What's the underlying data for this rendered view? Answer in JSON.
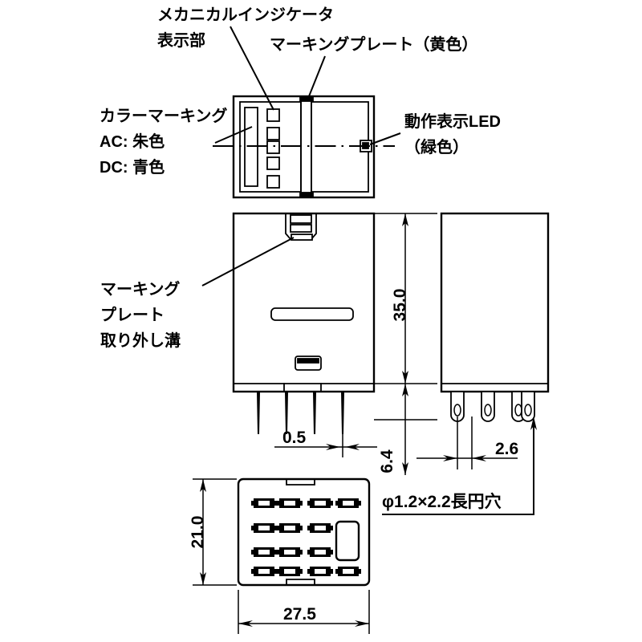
{
  "drawing": {
    "title": "Relay outline dimensional drawing",
    "line_color": "#000000",
    "background_color": "#ffffff"
  },
  "callouts": {
    "mechanical_indicator": {
      "line1": "メカニカルインジケータ",
      "line2": "表示部"
    },
    "marking_plate": {
      "line1": "マーキングプレート（黄色）"
    },
    "color_marking": {
      "line1": "カラーマーキング",
      "line2": "AC: 朱色",
      "line3": "DC: 青色"
    },
    "operation_led": {
      "line1": "動作表示LED",
      "line2": "（緑色）"
    },
    "marking_plate_groove": {
      "line1": "マーキング",
      "line2": "プレート",
      "line3": "取り外し溝"
    },
    "oval_hole": {
      "line1": "φ1.2×2.2長円穴"
    }
  },
  "dimensions": {
    "pin_thickness": "0.5",
    "body_height": "35.0",
    "pin_length": "6.4",
    "pin_pitch": "2.6",
    "base_height": "21.0",
    "base_width": "27.5"
  },
  "views": {
    "top": {
      "name": "top-view"
    },
    "front": {
      "name": "front-view"
    },
    "side": {
      "name": "side-view"
    },
    "bottom": {
      "name": "bottom-view"
    }
  },
  "bottom_view": {
    "rows": 4,
    "cols": 4,
    "terminal_count": 14,
    "slot_present": true
  },
  "top_view": {
    "indicator_square_count": 5,
    "color_strip": true,
    "led_square": true
  }
}
